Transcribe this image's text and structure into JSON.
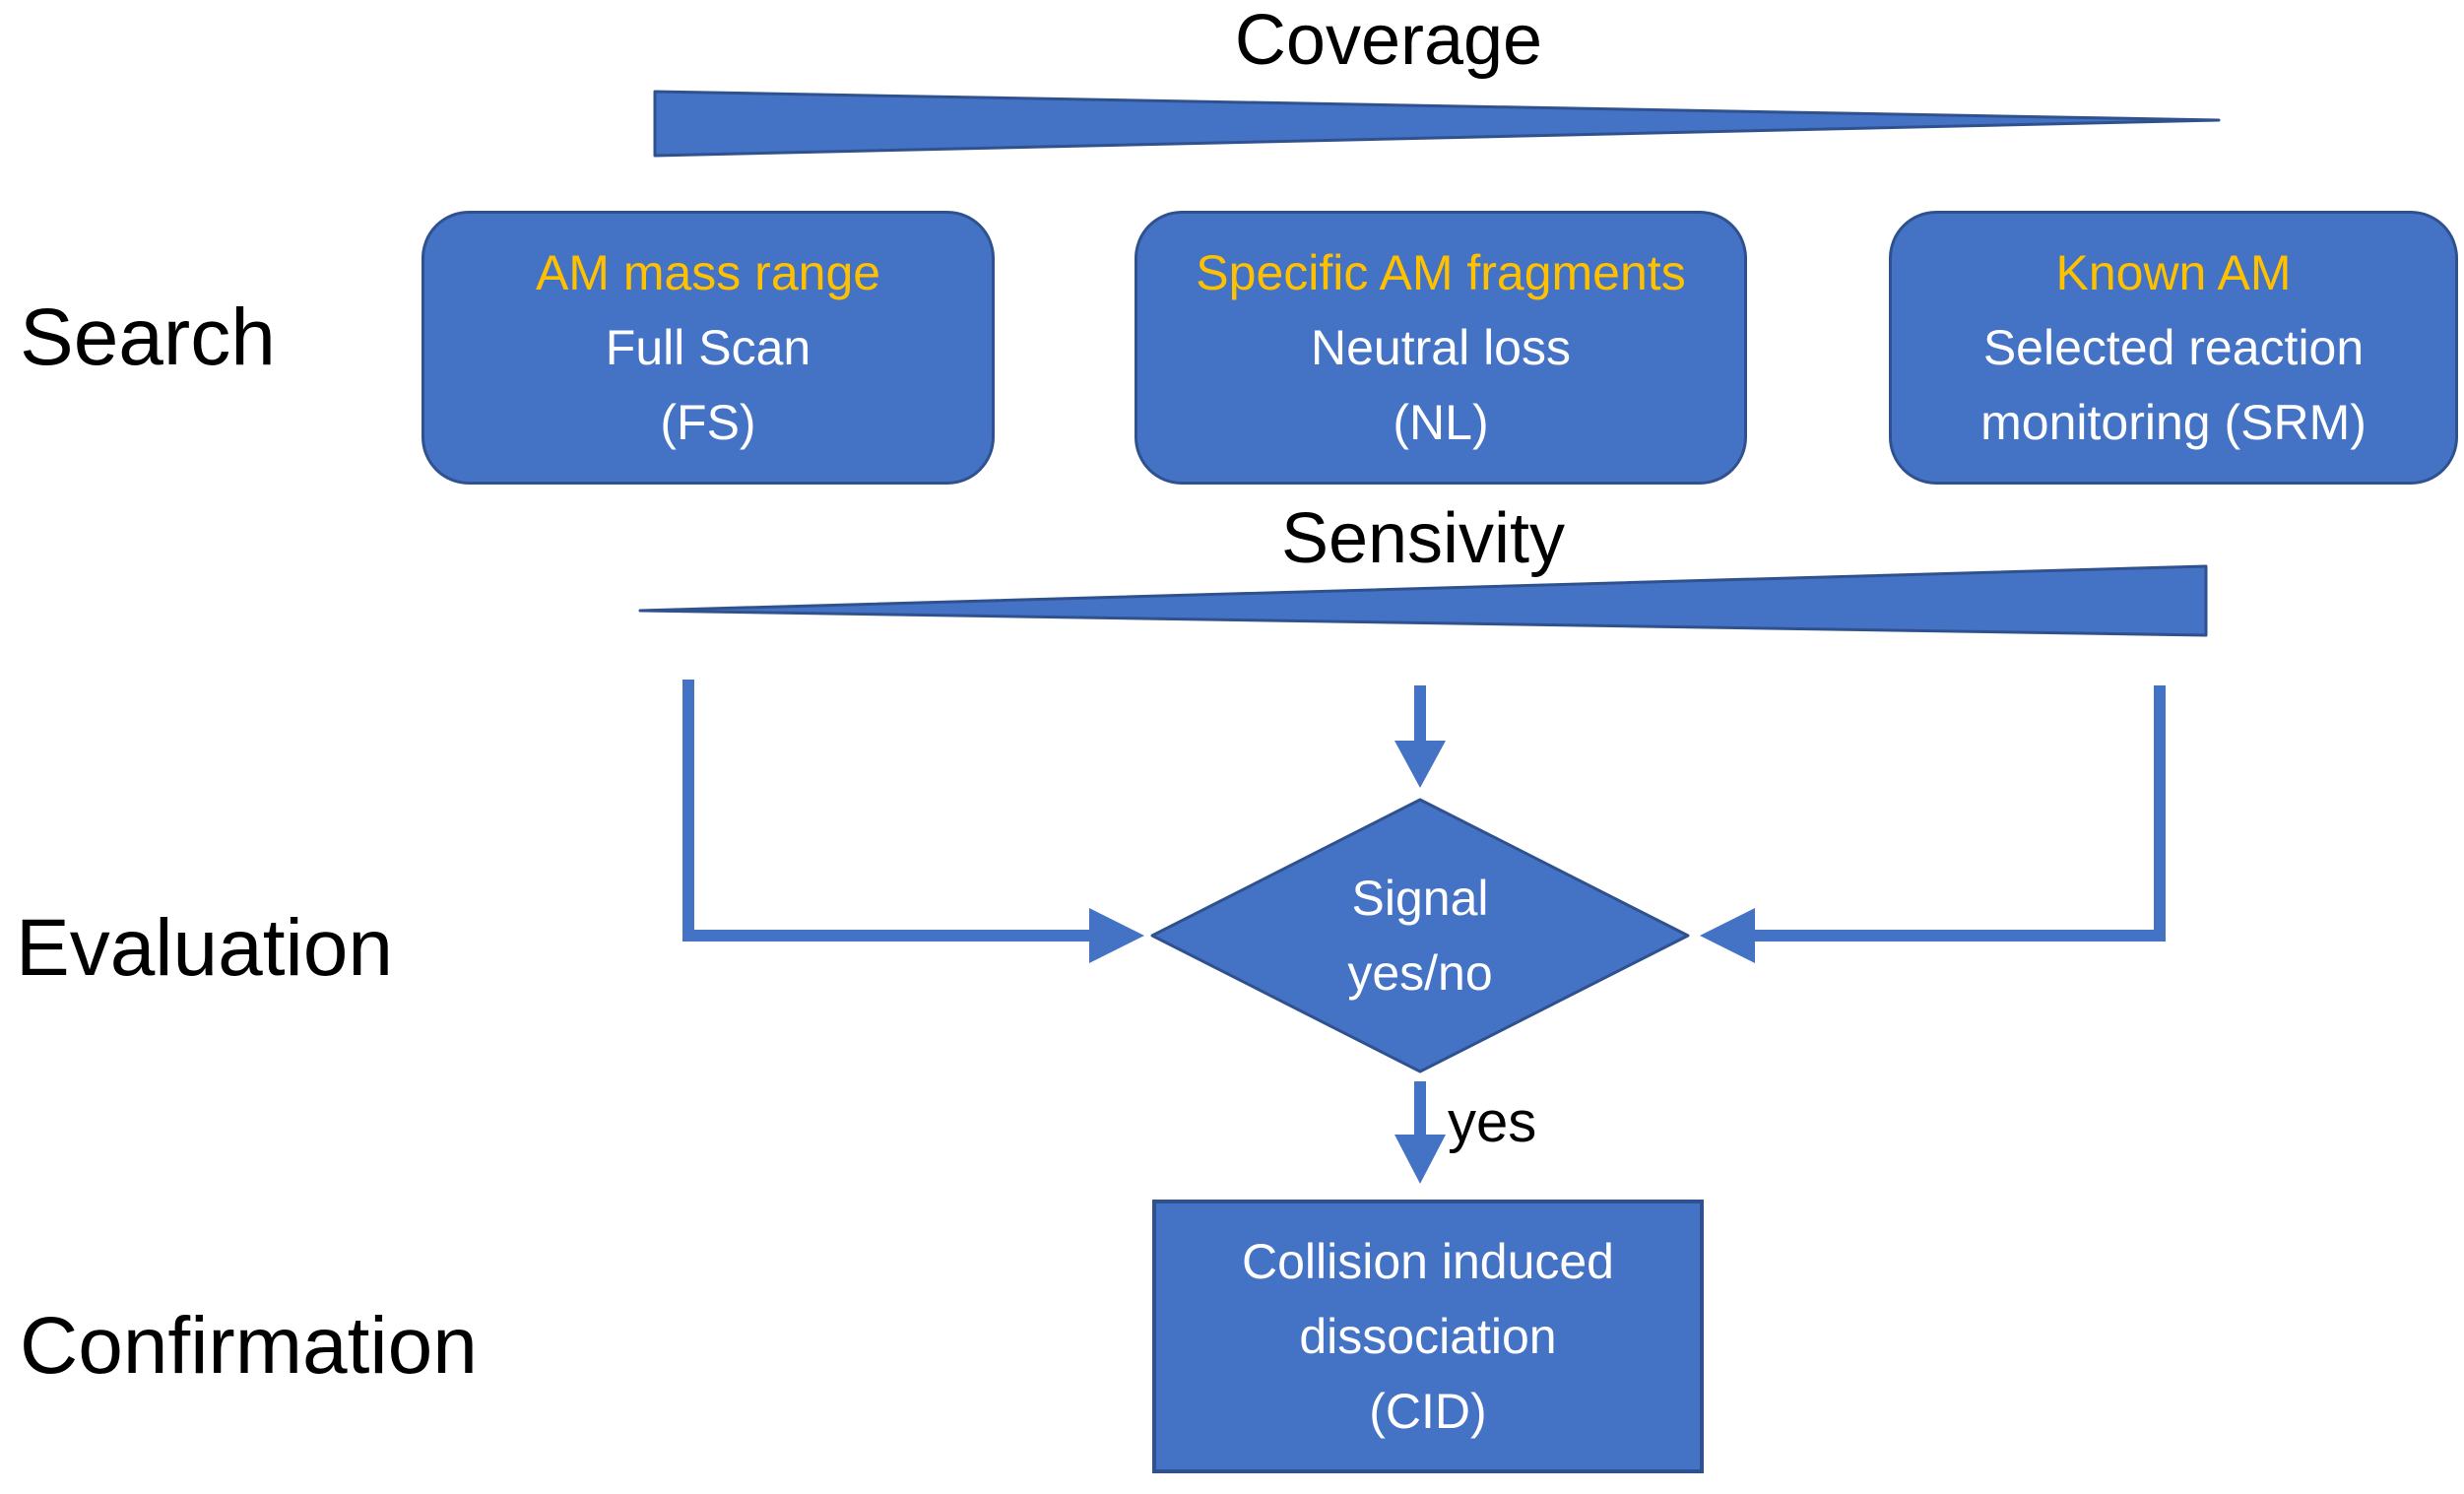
{
  "colors": {
    "shape_blue": "#4472C4",
    "shape_border": "#2F528F",
    "highlight_yellow": "#FFC000",
    "text_white": "#FFFFFF",
    "text_black": "#000000",
    "background": "#FFFFFF"
  },
  "coverage_label": "Coverage",
  "sensitivity_label": "Sensivity",
  "stages": {
    "search": "Search",
    "evaluation": "Evaluation",
    "confirmation": "Confirmation"
  },
  "search_methods": [
    {
      "target": "AM mass range",
      "name": "Full Scan",
      "abbr": "(FS)"
    },
    {
      "target": "Specific AM fragments",
      "name": "Neutral loss",
      "abbr": "(NL)"
    },
    {
      "target": "Known AM",
      "name": "Selected reaction",
      "abbr": "monitoring  (SRM)"
    }
  ],
  "decision": {
    "line1": "Signal",
    "line2": "yes/no",
    "yes_label": "yes"
  },
  "confirmation_method": {
    "line1": "Collision induced",
    "line2": "dissociation",
    "line3": "(CID)"
  }
}
